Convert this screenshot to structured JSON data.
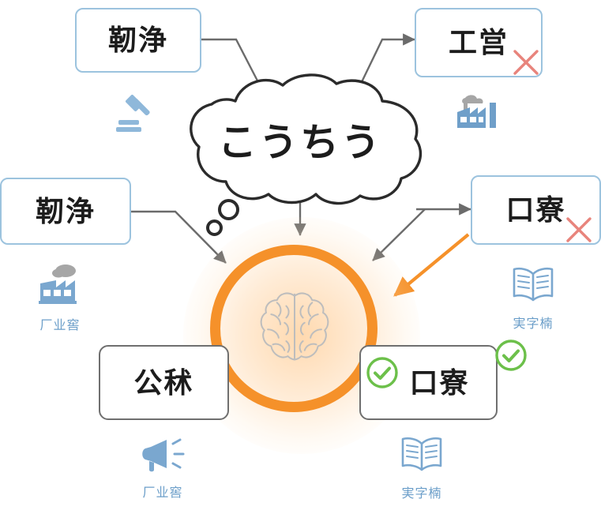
{
  "diagram": {
    "title": "kanji-conversion-concept-map",
    "colors": {
      "blue_border": "#9cc3de",
      "gray_border": "#6f6f6f",
      "orange": "#f5912a",
      "green_check": "#6cc04a",
      "red_cross": "#e8847c",
      "icon_blue": "#7aa7cf",
      "label_blue": "#6b9ec9",
      "wire_gray": "#6b6b6b",
      "text_black": "#1c1c1c"
    },
    "cloud": {
      "text": "こうちう",
      "name": "thought-bubble"
    },
    "center": {
      "icon": "brain-icon",
      "ring_color": "#f5912a"
    },
    "nodes": [
      {
        "id": "top-left",
        "text": "靭浄",
        "style": "blue",
        "mark": "none"
      },
      {
        "id": "top-right",
        "text": "工営",
        "style": "blue",
        "mark": "cross"
      },
      {
        "id": "mid-left",
        "text": "靭浄",
        "style": "blue",
        "mark": "none"
      },
      {
        "id": "mid-right",
        "text": "口寮",
        "style": "blue",
        "mark": "cross"
      },
      {
        "id": "bottom-left",
        "text": "公秫",
        "style": "gray",
        "mark": "none"
      },
      {
        "id": "bottom-right",
        "text": "口寮",
        "style": "gray",
        "mark": "check-both"
      }
    ],
    "decorations": [
      {
        "id": "gavel",
        "icon": "gavel-icon",
        "label": ""
      },
      {
        "id": "factory-top",
        "icon": "factory-icon",
        "label": ""
      },
      {
        "id": "factory-left",
        "icon": "factory-smoke-icon",
        "label": "厂业窖"
      },
      {
        "id": "book-right",
        "icon": "open-book-icon",
        "label": "実字楠"
      },
      {
        "id": "megaphone",
        "icon": "megaphone-icon",
        "label": "厂业窖"
      },
      {
        "id": "book-bottom",
        "icon": "open-book-icon",
        "label": "実字楠"
      }
    ],
    "connections": [
      {
        "from": "top-left",
        "to": "cloud",
        "color": "gray",
        "arrow": false
      },
      {
        "from": "cloud",
        "to": "top-right",
        "color": "gray",
        "arrow": true
      },
      {
        "from": "cloud",
        "to": "center",
        "color": "gray",
        "arrow": true
      },
      {
        "from": "mid-left",
        "to": "center",
        "color": "gray",
        "arrow": true
      },
      {
        "from": "cloud",
        "to": "mid-right",
        "color": "gray",
        "arrow": true
      },
      {
        "from": "mid-right",
        "to": "center",
        "color": "gray",
        "arrow": true
      },
      {
        "from": "mid-right",
        "to": "center",
        "color": "orange",
        "arrow": true
      }
    ]
  }
}
